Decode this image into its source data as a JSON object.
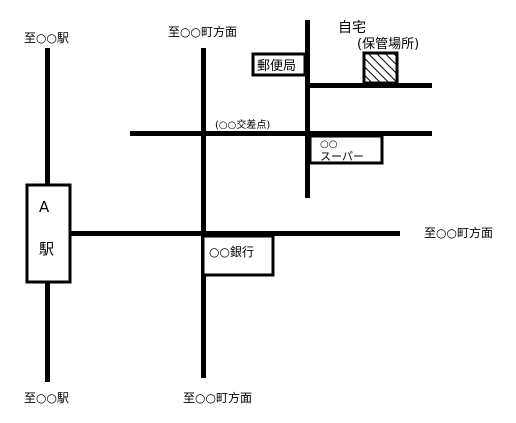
{
  "map": {
    "directions": {
      "top_left": "至○○駅",
      "top_center": "至○○町方面",
      "bottom_left": "至○○駅",
      "bottom_center": "至○○町方面",
      "right": "至○○町方面"
    },
    "intersection": "(○○交差点)",
    "home": {
      "label": "自宅",
      "sublabel": "(保管場所)"
    },
    "post_office": "郵便局",
    "supermarket": {
      "line1": "○○",
      "line2": "スーパー"
    },
    "bank": "○○銀行",
    "station": {
      "line1": "A",
      "line2": "駅"
    },
    "colors": {
      "road": "#000000",
      "background": "#ffffff"
    }
  }
}
